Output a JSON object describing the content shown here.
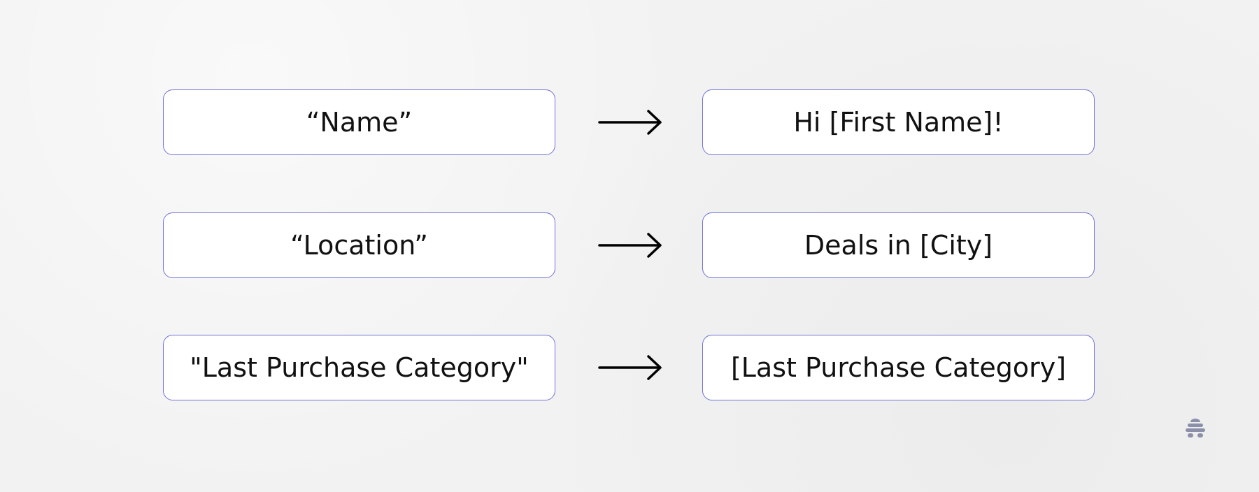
{
  "mappings": [
    {
      "source": "“Name”",
      "target": "Hi [First Name]!"
    },
    {
      "source": "“Location”",
      "target": "Deals in [City]"
    },
    {
      "source": "\"Last Purchase Category\"",
      "target": "[Last Purchase Category]"
    }
  ],
  "colors": {
    "box_border": "#6f72d6",
    "text": "#111111",
    "background": "#f2f2f2",
    "logo": "#8b8fa8"
  },
  "icons": {
    "arrow": "right-arrow-icon",
    "logo": "beehive-logo-icon"
  }
}
